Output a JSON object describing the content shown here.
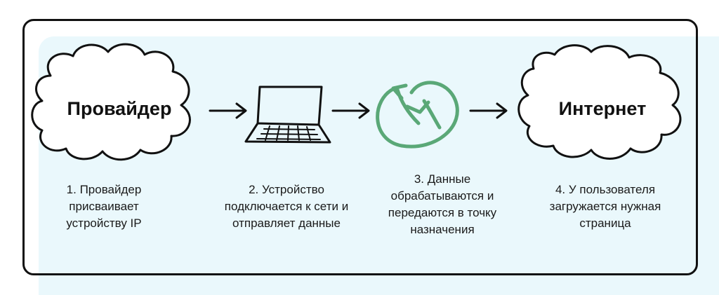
{
  "nodes": {
    "provider": {
      "label": "Провайдер"
    },
    "internet": {
      "label": "Интернет"
    }
  },
  "steps": [
    {
      "text": "1. Провайдер\nприсваивает\nустройству IP"
    },
    {
      "text": "2. Устройство\nподключается к сети и\nотправляет данные"
    },
    {
      "text": "3. Данные\nобрабатываются и\nпередаются в точку\nназначения"
    },
    {
      "text": "4. У пользователя\nзагружается нужная\nстраница"
    }
  ],
  "icons": {
    "provider": "cloud-icon",
    "device": "laptop-icon",
    "processing": "circular-arrow-icon",
    "internet": "cloud-icon",
    "connector": "arrow-right-icon"
  },
  "colors": {
    "panel": "#eaf8fc",
    "frame": "#111111",
    "accent": "#5aa877"
  }
}
